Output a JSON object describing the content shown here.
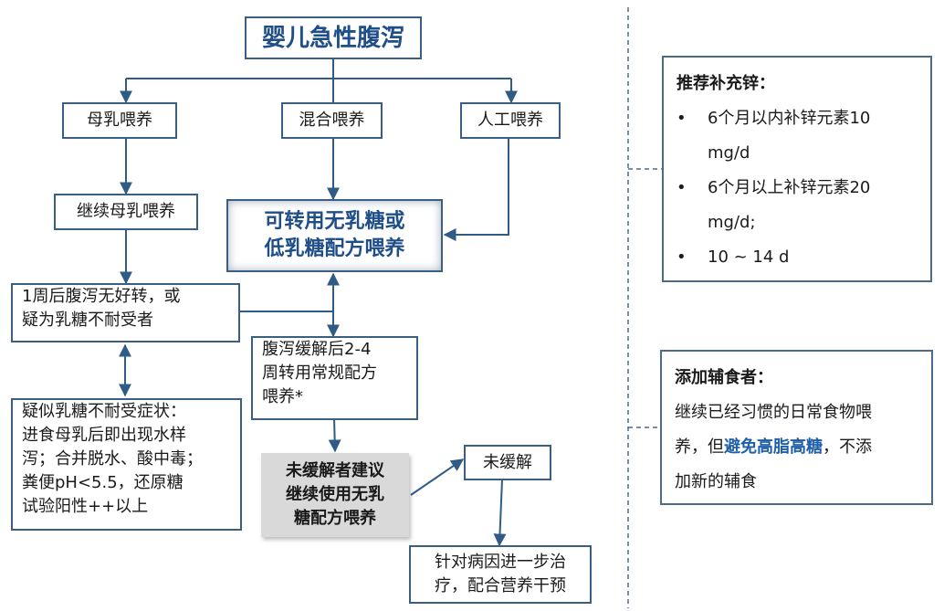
{
  "title": "婴儿急性腹泻",
  "feeding_types": {
    "breast": "母乳喂养",
    "mixed": "混合喂养",
    "formula": "人工喂养"
  },
  "continue_breast": "继续母乳喂养",
  "switch_formula": {
    "line1": "可转用无乳糖或",
    "line2": "低乳糖配方喂养"
  },
  "no_improve": {
    "line1": "1周后腹泻无好转，或",
    "line2": "疑为乳糖不耐受者"
  },
  "lactose_symptoms": {
    "line1": "疑似乳糖不耐受症状：",
    "line2": "进食母乳后即出现水样",
    "line3": "泻；合并脱水、酸中毒；",
    "line4": "粪便pH<5.5，还原糖",
    "line5": "试验阳性++以上"
  },
  "relief": {
    "line1": "腹泻缓解后2-4",
    "line2": "周转用常规配方",
    "line3": "喂养*"
  },
  "not_relieved_suggest": {
    "line1": "未缓解者建议",
    "line2": "继续使用无乳",
    "line3": "糖配方喂养"
  },
  "not_relieved": "未缓解",
  "further_treatment": {
    "line1": "针对病因进一步治",
    "line2": "疗，配合营养干预"
  },
  "zinc": {
    "heading": "推荐补充锌：",
    "items": [
      {
        "line1": "6个月以内补锌元素10",
        "line2": "mg/d"
      },
      {
        "line1": "6个月以上补锌元素20",
        "line2": "mg/d;"
      },
      {
        "line1": "10 ~ 14 d"
      }
    ]
  },
  "complementary": {
    "heading": "添加辅食者：",
    "line1": "继续已经习惯的日常食物喂",
    "line2_pre": "养，但",
    "line2_highlight": "避免高脂高糖",
    "line2_post": "，不添",
    "line3": "加新的辅食"
  },
  "colors": {
    "line": "#2f5b87",
    "title_text": "#1f4e89",
    "highlight": "#1f5fa8",
    "grey_box": "#d9d9d9"
  }
}
